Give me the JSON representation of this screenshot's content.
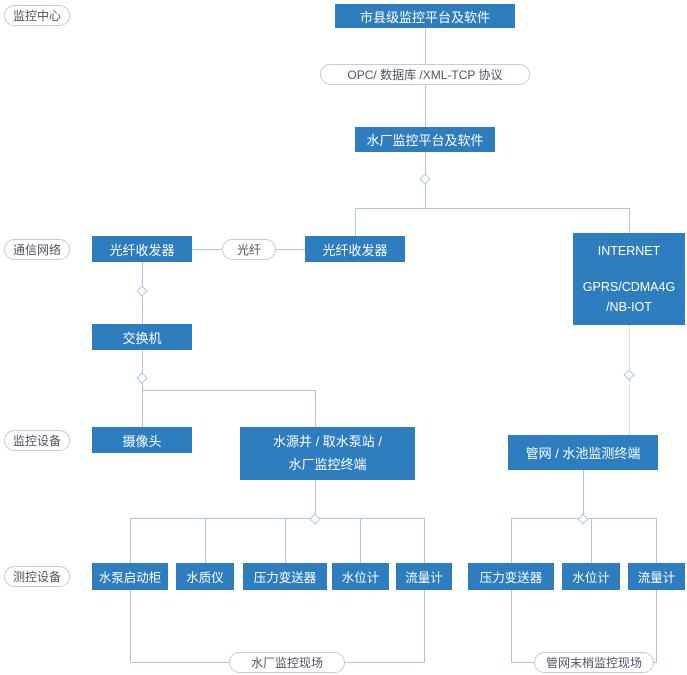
{
  "colors": {
    "box_blue": "#2d7dbf",
    "line_blue": "#abc7e0"
  },
  "side_labels": {
    "monitor_center": "监控中心",
    "comm_network": "通信网络",
    "monitor_devices": "监控设备",
    "measure_devices": "测控设备"
  },
  "nodes": {
    "city_platform": "市县级监控平台及软件",
    "protocol_pill": "OPC/ 数据库 /XML-TCP 协议",
    "plant_platform": "水厂监控平台及软件",
    "fiber_transceiver_left": "光纤收发器",
    "fiber_pill": "光纤",
    "fiber_transceiver_right": "光纤收发器",
    "internet": {
      "line1": "INTERNET",
      "line2": "GPRS/CDMA4G",
      "line3": "/NB-IOT"
    },
    "switch": "交换机",
    "camera": "摄像头",
    "water_source": {
      "line1": "水源井 / 取水泵站 /",
      "line2": "水厂监控终端"
    },
    "pipe_terminal": "管网 / 水池监测终端",
    "left_devices": [
      "水泵启动柜",
      "水质仪",
      "压力变送器",
      "水位计",
      "流量计"
    ],
    "right_devices": [
      "压力变送器",
      "水位计",
      "流量计"
    ],
    "site_left": "水厂监控现场",
    "site_right": "管网末梢监控现场"
  }
}
